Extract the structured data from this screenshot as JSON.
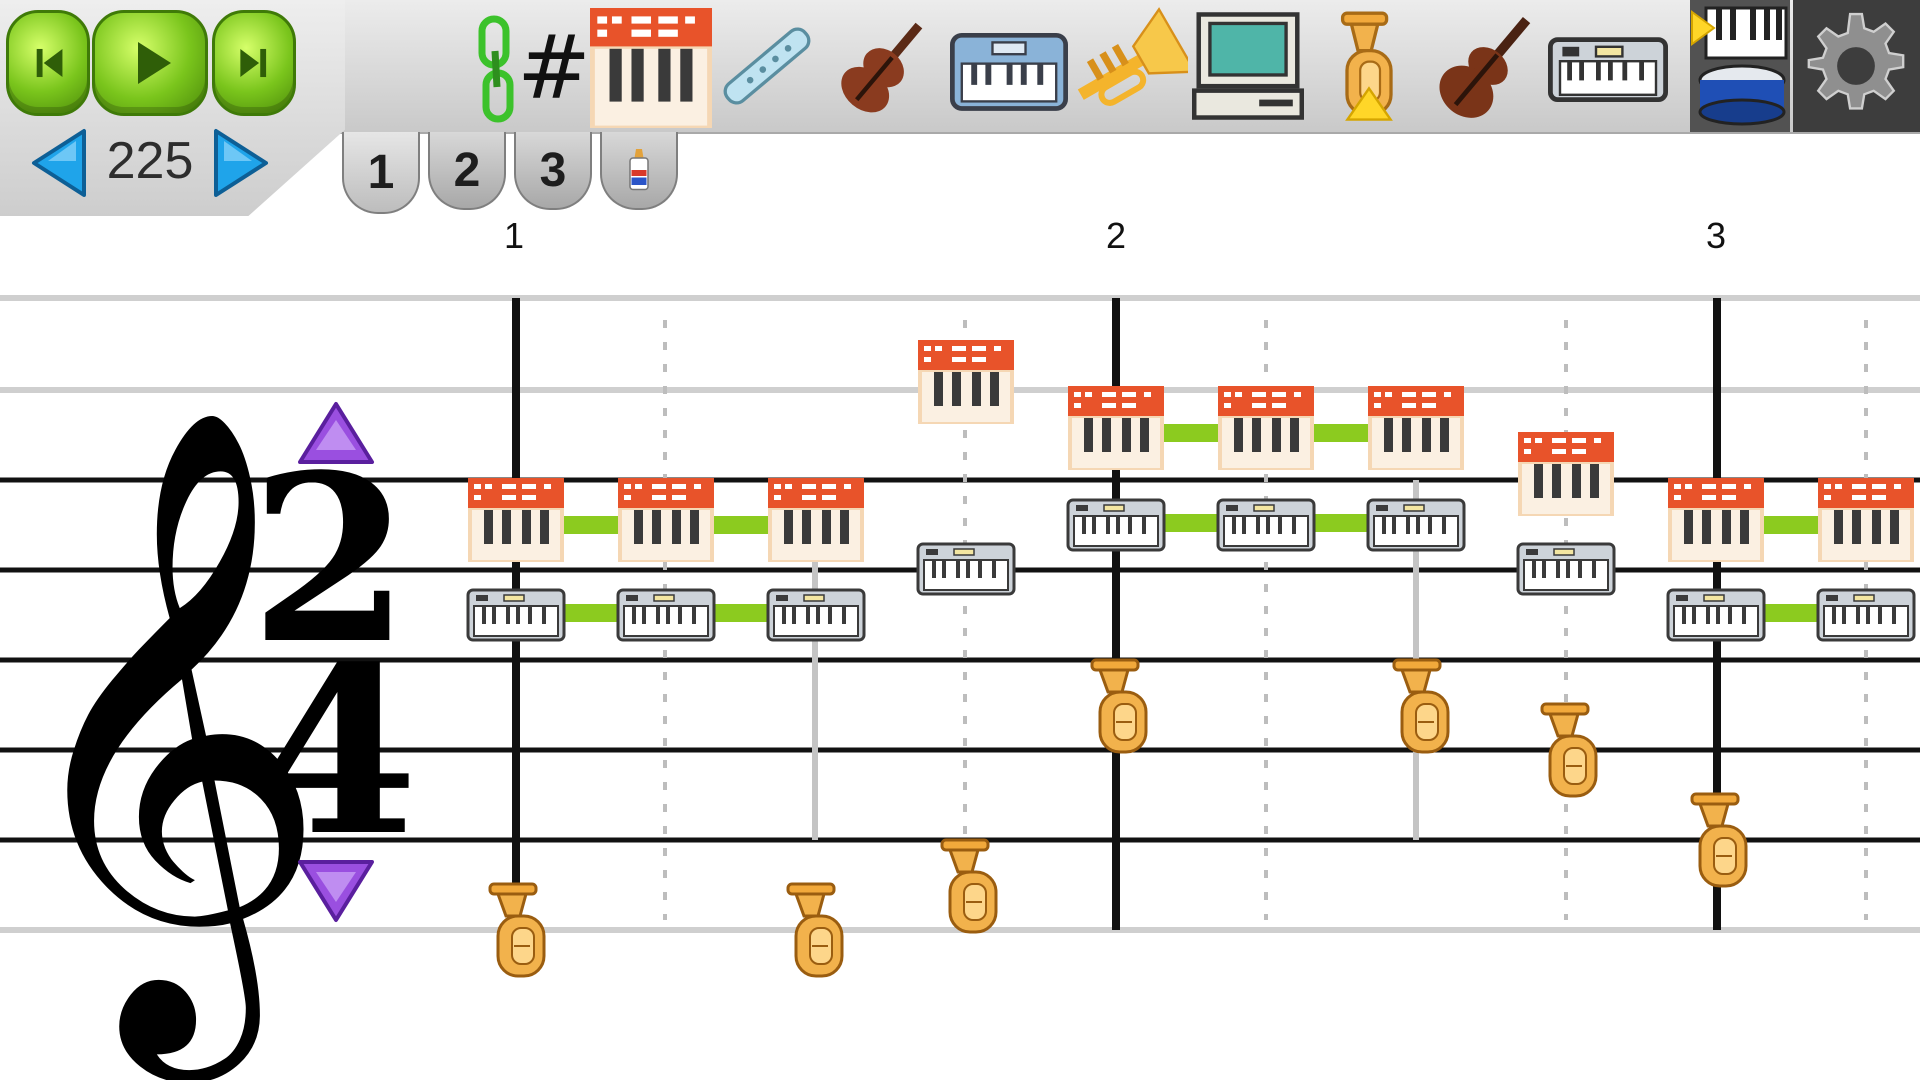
{
  "transport": {
    "previous": "previous-button",
    "play": "play-button",
    "next": "next-button"
  },
  "tempo": {
    "value": "225"
  },
  "toolbar": {
    "link_icon": "link-icon",
    "sharp_label": "#",
    "instruments": [
      {
        "name": "piano-icon",
        "selected": true
      },
      {
        "name": "flute-icon"
      },
      {
        "name": "violin-icon"
      },
      {
        "name": "synth-keyboard-icon"
      },
      {
        "name": "trumpet-icon"
      },
      {
        "name": "computer-icon"
      },
      {
        "name": "tuba-icon"
      },
      {
        "name": "cello-icon"
      },
      {
        "name": "electric-keyboard-icon"
      },
      {
        "name": "drum-kit-icon"
      }
    ],
    "settings_icon": "gear-icon"
  },
  "pages": {
    "tabs": [
      "1",
      "2",
      "3"
    ],
    "active": "1",
    "glue_icon": "glue-icon"
  },
  "score": {
    "clef": "treble-clef",
    "time_signature": {
      "top": "2",
      "bottom": "4"
    },
    "measures": [
      "1",
      "2",
      "3"
    ]
  },
  "colors": {
    "accent_green": "#7ac51c",
    "tie_green": "#8ccb1f",
    "piano_red": "#e8532a",
    "tuba_gold": "#e7a33f",
    "arrow_blue": "#1fa4ea",
    "arrow_purple": "#9a4fe0"
  }
}
